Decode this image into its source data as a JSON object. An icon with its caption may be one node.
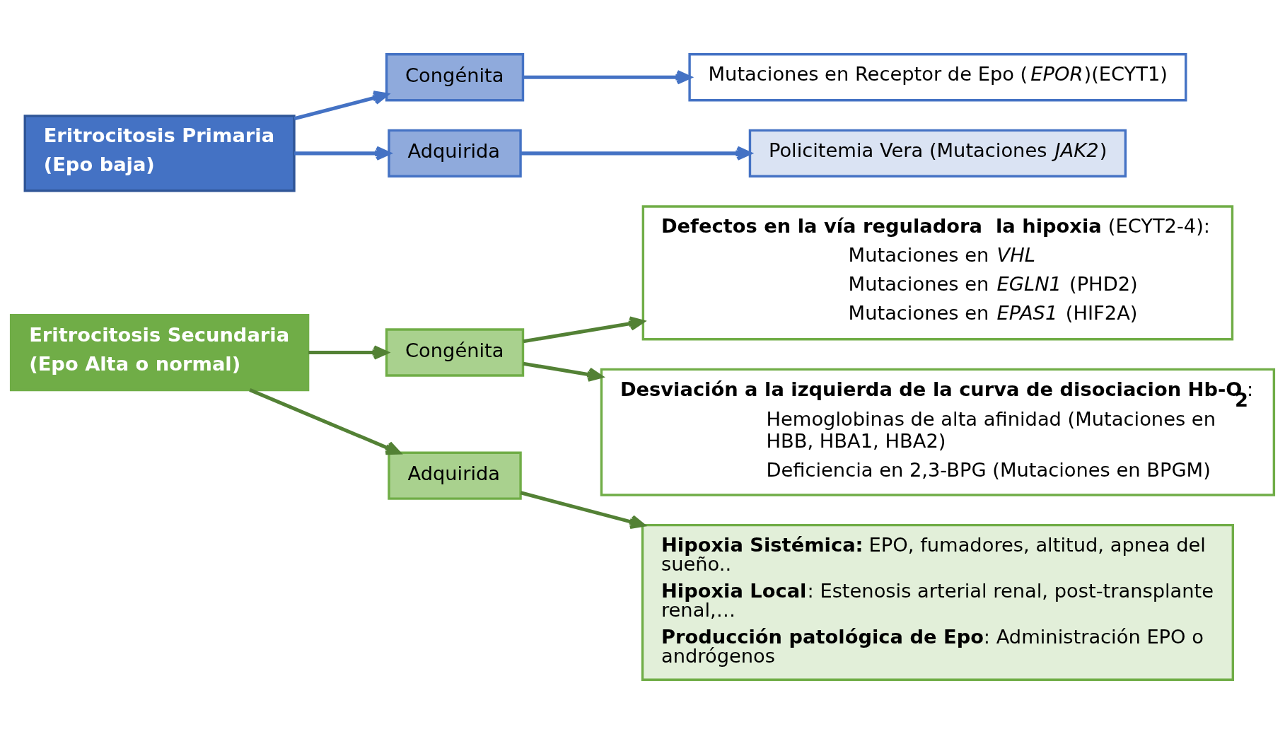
{
  "diagram": {
    "nodes": [
      {
        "text": [
          "Eritrocitosis Primaria (Epo baja)"
        ]
      },
      {
        "text": [
          "Congénita"
        ]
      },
      {
        "text": [
          "Adquirida"
        ]
      },
      {
        "text": [
          "Mutaciones en Receptor de Epo (*EPOR*)(ECYT1)"
        ]
      },
      {
        "text": [
          "Policitemia Vera (Mutaciones *JAK2*)"
        ]
      },
      {
        "text": [
          "Eritrocitosis Secundaria (Epo Alta o normal)"
        ]
      },
      {
        "text": [
          "Congénita"
        ]
      },
      {
        "text": [
          "Adquirida"
        ]
      },
      {
        "text": [
          "**Defectos en la vía reguladora  la hipoxia** (ECYT2-4):",
          "Mutaciones en *VHL*",
          "Mutaciones en *EGLN1* (PHD2)",
          "Mutaciones en *EPAS1* (HIF2A)"
        ]
      },
      {
        "text": [
          "**Desviación a la izquierda de la curva de disociacion Hb-O$_{2}$**:",
          "Hemoglobinas de alta afinidad (Mutaciones en HBB, HBA1, HBA2)",
          "Deficiencia en 2,3-BPG (Mutaciones en BPGM)"
        ]
      },
      {
        "text": [
          "**Hipoxia Sistémica:** EPO, fumadores, altitud, apnea del sueño..",
          "**Hipoxia Local**: Estenosis arterial renal, post-transplante renal,…",
          "**Producción patológica de Epo**: Administración EPO o andrógenos"
        ]
      }
    ],
    "edges": [
      {
        "from": 0,
        "to": 1,
        "arrow": "to",
        "color": "#4472c4"
      },
      {
        "from": 0,
        "to": 2,
        "arrow": "to",
        "color": "#4472c4"
      },
      {
        "from": 1,
        "to": 3,
        "arrow": "to",
        "color": "#4472c4"
      },
      {
        "from": 2,
        "to": 4,
        "arrow": "to",
        "color": "#4472c4"
      },
      {
        "from": 5,
        "to": 6,
        "arrow": "to"
      },
      {
        "from": 5,
        "to": 7,
        "arrow": "to"
      },
      {
        "from": 6,
        "to": 8,
        "arrow": "to"
      },
      {
        "from": 6,
        "to": 9,
        "arrow": "to"
      },
      {
        "from": 7,
        "to": 10,
        "arrow": "to"
      }
    ]
  }
}
